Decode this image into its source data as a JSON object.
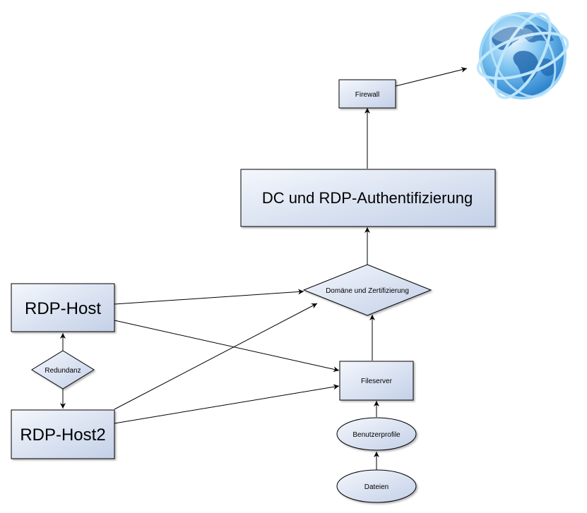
{
  "nodes": {
    "firewall": {
      "label": "Firewall"
    },
    "dc": {
      "label": "DC und RDP-Authentifizierung"
    },
    "domain_cert": {
      "label": "Domäne und Zertifizierung"
    },
    "rdp_host": {
      "label": "RDP-Host"
    },
    "redundanz": {
      "label": "Redundanz"
    },
    "rdp_host2": {
      "label": "RDP-Host2"
    },
    "fileserver": {
      "label": "Fileserver"
    },
    "benutzerprofile": {
      "label": "Benutzerprofile"
    },
    "dateien": {
      "label": "Dateien"
    },
    "internet": {
      "icon": "globe-icon"
    }
  },
  "edges": [
    {
      "from": "firewall",
      "to": "internet"
    },
    {
      "from": "dc",
      "to": "firewall"
    },
    {
      "from": "domain_cert",
      "to": "dc"
    },
    {
      "from": "rdp_host",
      "to": "domain_cert"
    },
    {
      "from": "rdp_host",
      "to": "fileserver"
    },
    {
      "from": "rdp_host2",
      "to": "domain_cert"
    },
    {
      "from": "rdp_host2",
      "to": "fileserver"
    },
    {
      "from": "fileserver",
      "to": "domain_cert"
    },
    {
      "from": "benutzerprofile",
      "to": "fileserver"
    },
    {
      "from": "dateien",
      "to": "benutzerprofile"
    },
    {
      "from": "redundanz",
      "to": "rdp_host"
    },
    {
      "from": "redundanz",
      "to": "rdp_host2"
    }
  ],
  "colors": {
    "node_fill_top": "#f4f7fc",
    "node_fill_bottom": "#c3d0e8",
    "node_stroke": "#000000",
    "globe_light": "#a8d8f5",
    "globe_dark": "#1f78c8"
  }
}
